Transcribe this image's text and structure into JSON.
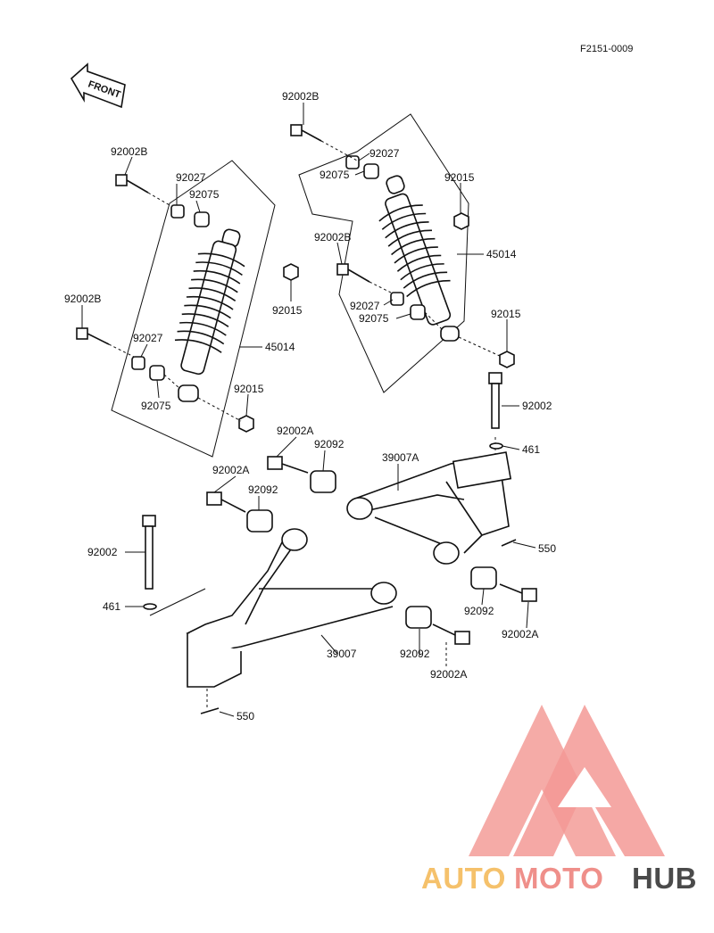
{
  "diagram": {
    "code": "F2151-0009",
    "front_label": "FRONT",
    "labels": {
      "l_92002B_top": "92002B",
      "l_92027_r": "92027",
      "l_92075_r": "92075",
      "l_92015_r1": "92015",
      "l_92002B_r": "92002B",
      "l_45014_r": "45014",
      "l_92027_r2": "92027",
      "l_92075_r2": "92075",
      "l_92015_r2": "92015",
      "l_92002_r": "92002",
      "l_461_r": "461",
      "l_92002B_l1": "92002B",
      "l_92027_l": "92027",
      "l_92075_l": "92075",
      "l_92015_mid": "92015",
      "l_92002B_l2": "92002B",
      "l_92027_l2": "92027",
      "l_45014_l": "45014",
      "l_92075_l2": "92075",
      "l_92015_l": "92015",
      "l_92002A_1": "92002A",
      "l_92092_1": "92092",
      "l_39007A": "39007A",
      "l_92002A_2": "92002A",
      "l_92092_2": "92092",
      "l_92002_l": "92002",
      "l_550_r": "550",
      "l_461_l": "461",
      "l_92092_3": "92092",
      "l_92002A_3": "92002A",
      "l_39007": "39007",
      "l_92092_4": "92092",
      "l_92002A_4": "92002A",
      "l_550_l": "550"
    }
  },
  "watermark": {
    "text_auto": "AUTO",
    "text_moto": "MOTO",
    "text_hub": "HUB",
    "colors": {
      "auto": "#f5c16b",
      "moto": "#ef8f8a",
      "hub": "#4a4a4a",
      "triangle": "#f1948f"
    }
  }
}
